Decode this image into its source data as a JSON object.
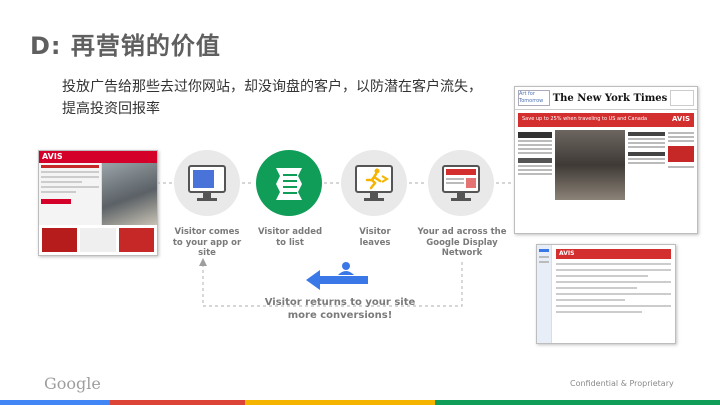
{
  "slide": {
    "title": "D: 再营销的价值",
    "subtitle_line1": "投放广告给那些去过你网站，却没询盘的客户，以防潜在客户流失，",
    "subtitle_line2": "提高投资回报率"
  },
  "flow": {
    "step1": "Visitor comes\nto your app or\nsite",
    "step2": "Visitor added\nto list",
    "step3": "Visitor\nleaves",
    "step4": "Your ad across the\nGoogle Display\nNetwork",
    "returns": "Visitor returns to your site\nmore conversions!"
  },
  "screens": {
    "avis_logo": "AVIS",
    "nyt_masthead": "The New York Times",
    "nyt_ad_logo": "AVIS",
    "nyt_ad_text": "Save up to 25% when traveling to US and Canada",
    "nyt_banner_text": "Art for Tomorrow",
    "email_logo": "AVIS"
  },
  "footer": {
    "google": "Google",
    "confidential": "Confidential & Proprietary"
  },
  "colors": {
    "blue": "#4285f4",
    "red": "#db4437",
    "yellow": "#f4b400",
    "green": "#0f9d58",
    "avis_red": "#d4002a"
  }
}
